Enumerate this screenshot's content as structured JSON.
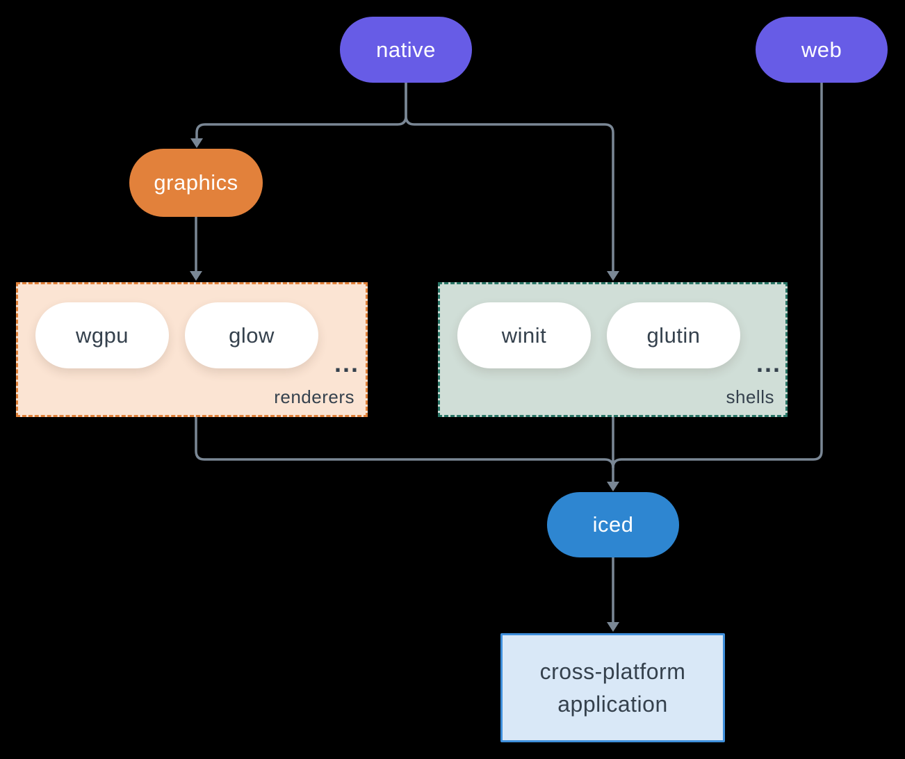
{
  "nodes": {
    "native": {
      "label": "native",
      "fill": "#675CE6",
      "text_color": "#FFFFFF"
    },
    "web": {
      "label": "web",
      "fill": "#675CE6",
      "text_color": "#FFFFFF"
    },
    "graphics": {
      "label": "graphics",
      "fill": "#E2813B",
      "text_color": "#FFFFFF"
    },
    "iced": {
      "label": "iced",
      "fill": "#2E86D1",
      "text_color": "#FFFFFF"
    },
    "application": {
      "line1": "cross-platform",
      "line2": "application",
      "fill": "#D9E8F7",
      "border": "#3F8FDB",
      "text_color": "#35414D"
    }
  },
  "groups": {
    "renderers": {
      "label": "renderers",
      "items": [
        {
          "label": "wgpu"
        },
        {
          "label": "glow"
        }
      ],
      "ellipsis": "...",
      "fill": "#FBE4D3",
      "border": "#E0813A"
    },
    "shells": {
      "label": "shells",
      "items": [
        {
          "label": "winit"
        },
        {
          "label": "glutin"
        }
      ],
      "ellipsis": "...",
      "fill": "#D0DED7",
      "border": "#2A7667"
    }
  },
  "edges": [
    {
      "from": "native",
      "to": "graphics"
    },
    {
      "from": "native",
      "to": "shells"
    },
    {
      "from": "graphics",
      "to": "renderers"
    },
    {
      "from": "renderers",
      "to": "iced"
    },
    {
      "from": "shells",
      "to": "iced"
    },
    {
      "from": "web",
      "to": "iced"
    },
    {
      "from": "iced",
      "to": "application"
    }
  ],
  "colors": {
    "background": "#000000",
    "connector": "#7A8795",
    "pill_text_dark": "#35414D",
    "white_pill": "#FFFFFF"
  }
}
